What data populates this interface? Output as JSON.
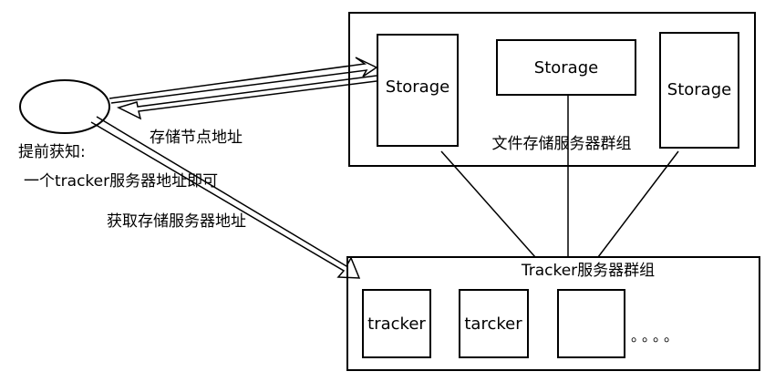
{
  "storage_group": {
    "label": "文件存储服务器群组",
    "nodes": [
      "Storage",
      "Storage",
      "Storage"
    ]
  },
  "tracker_group": {
    "label": "Tracker服务器群组",
    "nodes": [
      "tracker",
      "tarcker",
      ""
    ],
    "ellipsis": "。。。。"
  },
  "client": {
    "note_line1": "提前获知:",
    "note_line2": "一个tracker服务器地址即可"
  },
  "arrows": {
    "storage_to_client": "存储节点地址",
    "client_to_tracker": "获取存储服务器地址"
  }
}
